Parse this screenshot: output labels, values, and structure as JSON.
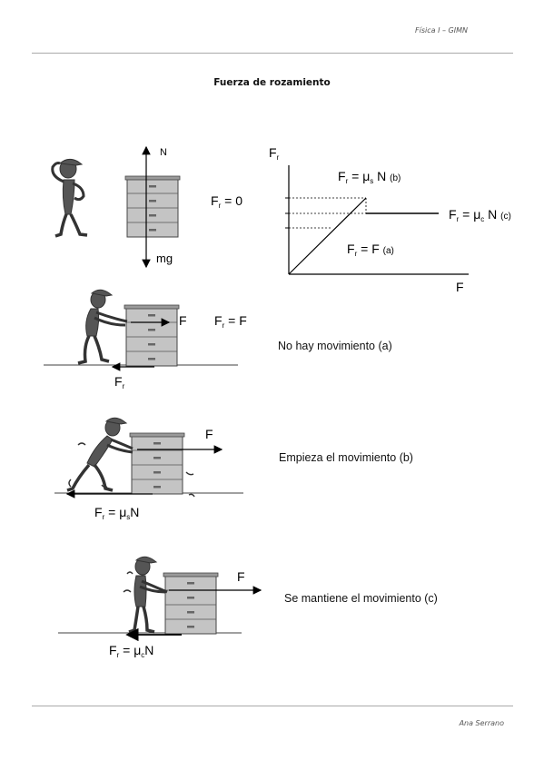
{
  "header": {
    "course": "Física I – GIMN"
  },
  "title": "Fuerza de rozamiento",
  "footer": {
    "author": "Ana Serrano"
  },
  "scene1": {
    "normal_label": "N",
    "weight_label": "mg",
    "friction_eq_sym": "F",
    "friction_eq_sub": "r",
    "friction_eq_rhs": " = 0"
  },
  "graph": {
    "ylabel_sym": "F",
    "ylabel_sub": "r",
    "xlabel": "F",
    "label_b": {
      "sym": "F",
      "sub": "r",
      "eq": " = μ",
      "mu_sub": "s",
      "rest": " N",
      "tag": "(b)"
    },
    "label_c": {
      "sym": "F",
      "sub": "r",
      "eq": " = μ",
      "mu_sub": "c",
      "rest": " N",
      "tag": "(c)"
    },
    "label_a": {
      "sym": "F",
      "sub": "r",
      "eq": " = F",
      "tag": "(a)"
    }
  },
  "scene2": {
    "force_label": "F",
    "friction_label": "F",
    "friction_label_sub": "r",
    "eq_sym": "F",
    "eq_sub": "r",
    "eq_rhs": " = F",
    "caption": "No hay movimiento (a)"
  },
  "scene3": {
    "force_label": "F",
    "eq_sym": "F",
    "eq_sub": "r",
    "eq_mid": " = μ",
    "eq_mu_sub": "s",
    "eq_end": "N",
    "caption": "Empieza el movimiento (b)"
  },
  "scene4": {
    "force_label": "F",
    "eq_sym": "F",
    "eq_sub": "r",
    "eq_mid": " = μ",
    "eq_mu_sub": "c",
    "eq_end": "N",
    "caption": "Se mantiene el movimiento (c)"
  },
  "colors": {
    "cabinet": "#b9b9b9",
    "cabinet_dark": "#6f6f6f",
    "person": "#555555",
    "line": "#000000"
  }
}
